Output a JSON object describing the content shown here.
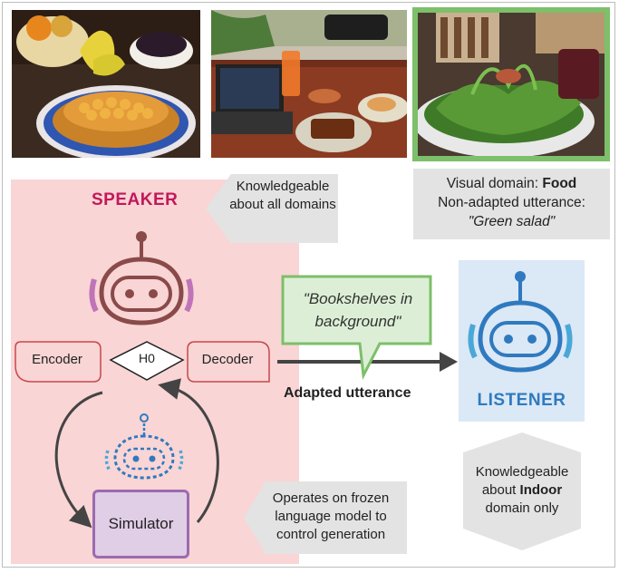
{
  "speaker": {
    "title": "SPEAKER",
    "knowledge": "Knowledgeable about all domains"
  },
  "listener": {
    "title": "LISTENER",
    "knowledge_pre": "Knowledgeable about",
    "knowledge_bold": "Indoor",
    "knowledge_post": "domain only"
  },
  "domain_info": {
    "visual_domain_label": "Visual domain:",
    "visual_domain_value": "Food",
    "non_adapted_label": "Non-adapted utterance:",
    "non_adapted_value": "\"Green salad\""
  },
  "model": {
    "encoder": "Encoder",
    "hidden": "H0",
    "decoder": "Decoder",
    "simulator": "Simulator"
  },
  "simulator_note": "Operates on frozen language model to control generation",
  "adapted_utterance": {
    "text": "\"Bookshelves in background\"",
    "label": "Adapted utterance"
  },
  "colors": {
    "speaker_bg": "#f9d5d5",
    "speaker_accent": "#c2185b",
    "listener_bg": "#dbe8f6",
    "listener_accent": "#2f7abf",
    "highlight_green": "#7dbf6a",
    "simulator_border": "#9c6bb0"
  }
}
